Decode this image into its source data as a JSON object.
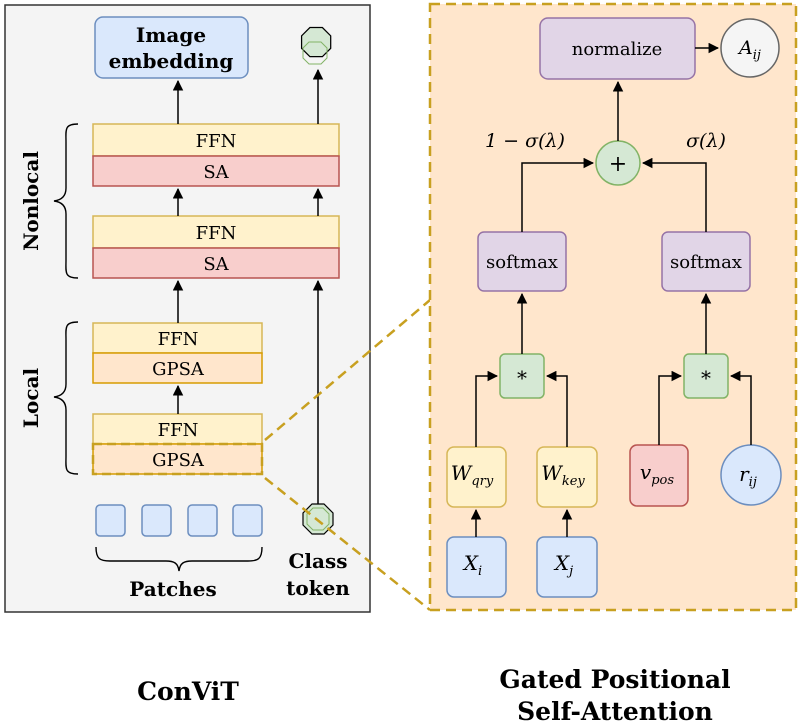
{
  "left": {
    "image_embedding_line1": "Image",
    "image_embedding_line2": "embedding",
    "nonlocal_label": "Nonlocal",
    "local_label": "Local",
    "blocks": {
      "nl2_ffn": "FFN",
      "nl2_sa": "SA",
      "nl1_ffn": "FFN",
      "nl1_sa": "SA",
      "l2_ffn": "FFN",
      "l2_gpsa": "GPSA",
      "l1_ffn": "FFN",
      "l1_gpsa": "GPSA"
    },
    "patches_label": "Patches",
    "class_token_line1": "Class",
    "class_token_line2": "token",
    "caption": "ConViT"
  },
  "right": {
    "normalize": "normalize",
    "A": "A",
    "A_sub": "ij",
    "plus": "+",
    "left_weight": "1 − σ(λ)",
    "right_weight": "σ(λ)",
    "softmax_left": "softmax",
    "softmax_right": "softmax",
    "mul_left": "*",
    "mul_right": "*",
    "W": "W",
    "W_qry_sub": "qry",
    "W_key_sub": "key",
    "v": "v",
    "v_sub": "pos",
    "r": "r",
    "r_sub": "ij",
    "X": "X",
    "X_i_sub": "i",
    "X_j_sub": "j",
    "caption_line1": "Gated Positional",
    "caption_line2": "Self-Attention"
  },
  "colors": {
    "panel_bg": "#f4f4f4",
    "blue_fill": "#dae8fc",
    "blue_stroke": "#6c8ebf",
    "yellow_fill": "#fff2cc",
    "yellow_stroke": "#d6b656",
    "red_fill": "#f8cecc",
    "red_stroke": "#b85450",
    "orange_fill": "#ffe6cc",
    "orange_stroke": "#d79b00",
    "purple_fill": "#e1d5e7",
    "purple_stroke": "#9673a6",
    "green_fill": "#d5e8d4",
    "green_stroke": "#82b366",
    "dashed_frame": "#c8a020",
    "gray_fill": "#f5f5f5",
    "gray_stroke": "#666666"
  }
}
